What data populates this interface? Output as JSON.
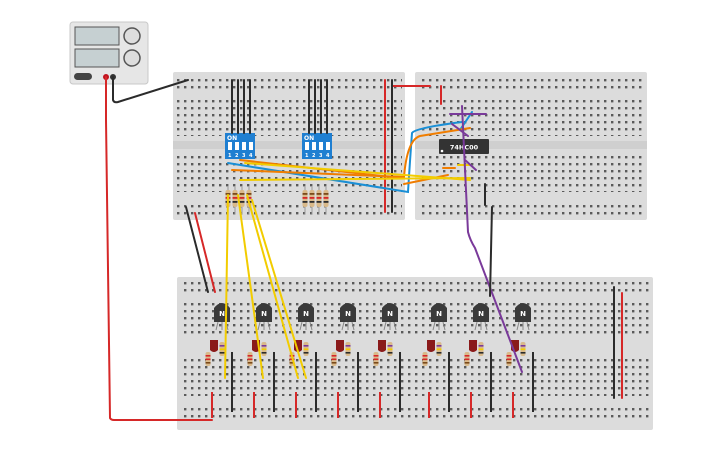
{
  "power_supply": {
    "knob_count": 2,
    "display_count": 2
  },
  "chip": {
    "label": "74HC00"
  },
  "dip_switches": [
    {
      "on_label": "ON",
      "numbers": [
        "1",
        "2",
        "3",
        "4"
      ]
    },
    {
      "on_label": "ON",
      "numbers": [
        "1",
        "2",
        "3",
        "4"
      ]
    }
  ],
  "transistors": {
    "label": "N",
    "count": 8
  },
  "colors": {
    "breadboard": "#dcdcdc",
    "red_wire": "#d62828",
    "black_wire": "#2b2b2b",
    "yellow_wire": "#f2cc00",
    "orange_wire": "#f07d00",
    "blue_wire": "#1a8fd6",
    "purple_wire": "#7a3a9a",
    "dip_switch": "#1f7fd1",
    "led": "#8a1a1a"
  }
}
